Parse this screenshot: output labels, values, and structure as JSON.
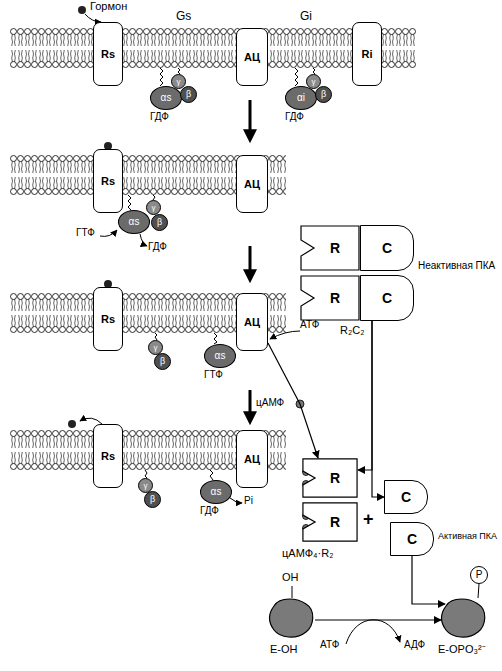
{
  "diagram": {
    "nodes": [
      {
        "text": [
          "Rs"
        ]
      },
      {
        "text": [
          "αs"
        ]
      },
      {
        "text": [
          "γ"
        ]
      },
      {
        "text": [
          "β"
        ]
      },
      {
        "text": [
          "АЦ"
        ]
      },
      {
        "text": [
          "αi"
        ]
      },
      {
        "text": [
          "γ"
        ]
      },
      {
        "text": [
          "β"
        ]
      },
      {
        "text": [
          "Ri"
        ]
      },
      {
        "text": [
          "Rs"
        ]
      },
      {
        "text": [
          "αs"
        ]
      },
      {
        "text": [
          "γ"
        ]
      },
      {
        "text": [
          "β"
        ]
      },
      {
        "text": [
          "АЦ"
        ]
      },
      {
        "text": [
          "Неактивная ПКА",
          "R₂C₂"
        ]
      },
      {
        "text": [
          "R"
        ],
        "in": 14
      },
      {
        "text": [
          "C"
        ],
        "in": 14
      },
      {
        "text": [
          "R"
        ],
        "in": 14
      },
      {
        "text": [
          "C"
        ],
        "in": 14
      },
      {
        "text": [
          "Rs"
        ]
      },
      {
        "text": [
          "γ"
        ]
      },
      {
        "text": [
          "β"
        ]
      },
      {
        "text": [
          "АЦ"
        ]
      },
      {
        "text": [
          "αs"
        ]
      },
      {
        "text": [
          "Rs"
        ]
      },
      {
        "text": [
          "γ"
        ]
      },
      {
        "text": [
          "β"
        ]
      },
      {
        "text": [
          "АЦ"
        ]
      },
      {
        "text": [
          "αs"
        ]
      },
      {
        "text": [
          "цАМФ₄·R₂"
        ]
      },
      {
        "text": [
          "R"
        ],
        "in": 29
      },
      {
        "text": [
          "R"
        ],
        "in": 29
      },
      {
        "text": [
          "C"
        ]
      },
      {
        "text": [
          "C"
        ]
      },
      {
        "text": [
          "OH",
          "E-OH"
        ]
      },
      {
        "text": [
          "E-OPO₃²⁻"
        ]
      },
      {
        "text": [
          "P"
        ]
      }
    ],
    "edges": [
      {
        "from": 22,
        "to": 29,
        "arrow": "to",
        "label": "цАМФ"
      },
      {
        "from": 14,
        "to": 29,
        "arrow": "to"
      },
      {
        "from": 14,
        "to": 32,
        "arrow": "to"
      },
      {
        "from": 33,
        "to": 35,
        "arrow": "to"
      },
      {
        "from": 34,
        "to": 35,
        "arrow": "to"
      }
    ],
    "labels": [
      "Гормон",
      "Gs",
      "Gi",
      "ГДФ",
      "ГДФ",
      "ГТФ",
      "ГДФ",
      "АТФ",
      "ГТФ",
      "ГДФ",
      "Pi",
      "+",
      "Активная ПКА",
      "АТФ",
      "АДФ"
    ]
  }
}
